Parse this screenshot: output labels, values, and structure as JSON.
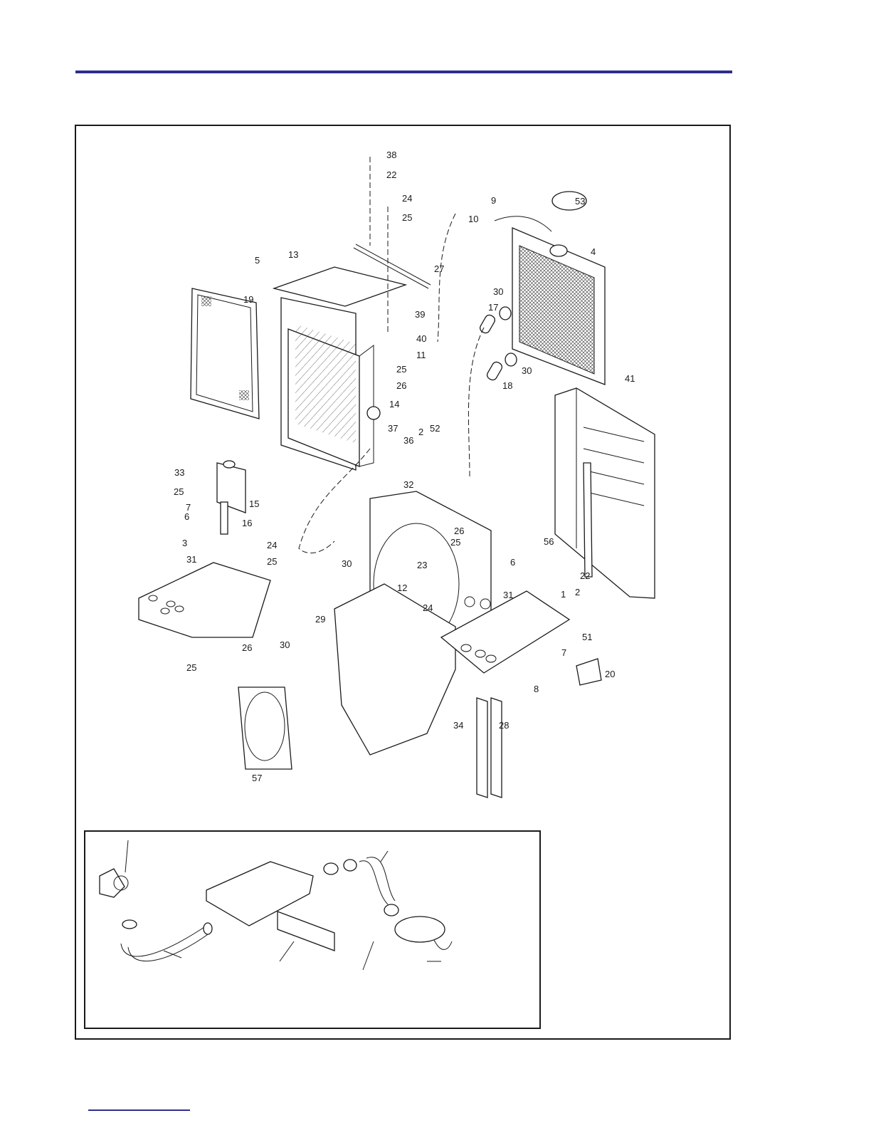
{
  "callouts": [
    {
      "n": "38"
    },
    {
      "n": "22"
    },
    {
      "n": "24"
    },
    {
      "n": "25"
    },
    {
      "n": "27"
    },
    {
      "n": "5"
    },
    {
      "n": "13"
    },
    {
      "n": "19"
    },
    {
      "n": "39"
    },
    {
      "n": "40"
    },
    {
      "n": "11"
    },
    {
      "n": "25"
    },
    {
      "n": "26"
    },
    {
      "n": "14"
    },
    {
      "n": "37"
    },
    {
      "n": "36"
    },
    {
      "n": "2"
    },
    {
      "n": "52"
    },
    {
      "n": "9"
    },
    {
      "n": "10"
    },
    {
      "n": "53"
    },
    {
      "n": "4"
    },
    {
      "n": "30"
    },
    {
      "n": "17"
    },
    {
      "n": "30"
    },
    {
      "n": "18"
    },
    {
      "n": "41"
    },
    {
      "n": "33"
    },
    {
      "n": "25"
    },
    {
      "n": "7"
    },
    {
      "n": "6"
    },
    {
      "n": "15"
    },
    {
      "n": "16"
    },
    {
      "n": "3"
    },
    {
      "n": "31"
    },
    {
      "n": "24"
    },
    {
      "n": "25"
    },
    {
      "n": "32"
    },
    {
      "n": "26"
    },
    {
      "n": "25"
    },
    {
      "n": "30"
    },
    {
      "n": "23"
    },
    {
      "n": "12"
    },
    {
      "n": "6"
    },
    {
      "n": "31"
    },
    {
      "n": "24"
    },
    {
      "n": "56"
    },
    {
      "n": "22"
    },
    {
      "n": "1"
    },
    {
      "n": "2"
    },
    {
      "n": "29"
    },
    {
      "n": "30"
    },
    {
      "n": "26"
    },
    {
      "n": "25"
    },
    {
      "n": "51"
    },
    {
      "n": "7"
    },
    {
      "n": "20"
    },
    {
      "n": "8"
    },
    {
      "n": "34"
    },
    {
      "n": "28"
    },
    {
      "n": "57"
    }
  ]
}
